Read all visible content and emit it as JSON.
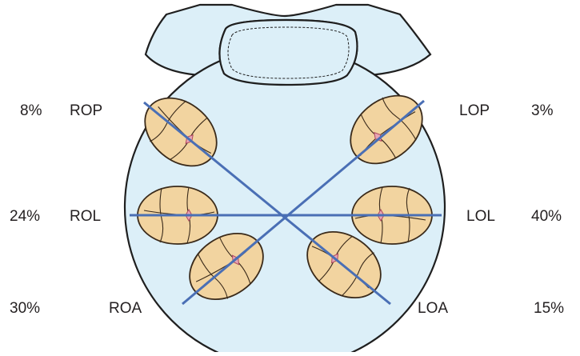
{
  "positions": {
    "rop": {
      "code": "ROP",
      "percent": "8%"
    },
    "rol": {
      "code": "ROL",
      "percent": "24%"
    },
    "roa": {
      "code": "ROA",
      "percent": "30%"
    },
    "lop": {
      "code": "LOP",
      "percent": "3%"
    },
    "lol": {
      "code": "LOL",
      "percent": "40%"
    },
    "loa": {
      "code": "LOA",
      "percent": "15%"
    }
  },
  "colors": {
    "pelvis_fill": "#dceff8",
    "outline": "#1f1f1f",
    "diameter_line": "#4a6fb5",
    "fetal_head_fill": "#f2d4a0",
    "fetal_head_outline": "#3a2a1a",
    "fontanelle": "#e7a5b4"
  }
}
